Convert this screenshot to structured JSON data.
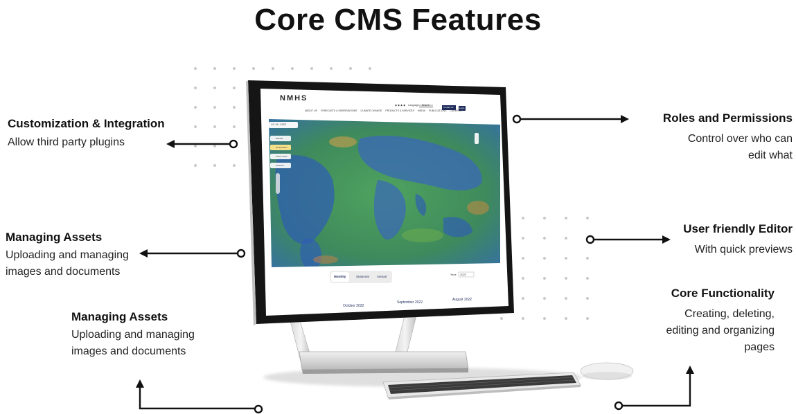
{
  "title": "Core CMS Features",
  "features": {
    "customization": {
      "title": "Customization & Integration",
      "desc": "Allow third party plugins"
    },
    "managing_assets_1": {
      "title": "Managing Assets",
      "desc": "Uploading and managing images  and documents"
    },
    "managing_assets_2": {
      "title": "Managing Assets",
      "desc": "Uploading and managing images  and documents"
    },
    "roles": {
      "title": "Roles and Permissions",
      "desc": "Control over who can edit what"
    },
    "editor": {
      "title": "User friendly Editor",
      "desc": "With quick previews"
    },
    "core": {
      "title": "Core Functionality",
      "desc": "Creating, deleting, editing and organizing pages"
    }
  },
  "screen": {
    "logo": "NMHS",
    "nav": [
      "ABOUT US",
      "FORECASTS & OBSERVATIONS",
      "CLIMATE CHANGE",
      "PRODUCTS & SERVICES",
      "MEDIA",
      "PUBLICATIONS",
      "CAREERS"
    ],
    "language": "Language",
    "search": "Search",
    "btn_contact": "Contact us",
    "btn_login": "Login",
    "date_select": "12 / 8 / 2022",
    "layers": [
      "Rainfall",
      "Temperature",
      "Cloud Cover",
      "Pressure"
    ],
    "tabs": [
      "Monthly",
      "Seasonal",
      "Annual"
    ],
    "year_label": "Year:",
    "year_value": "2022",
    "months": [
      "October 2022",
      "September 2022",
      "August 2022"
    ]
  },
  "colors": {
    "accent": "#111111",
    "map_green": "#4f9a5a",
    "map_blue": "#2f5fb0"
  }
}
